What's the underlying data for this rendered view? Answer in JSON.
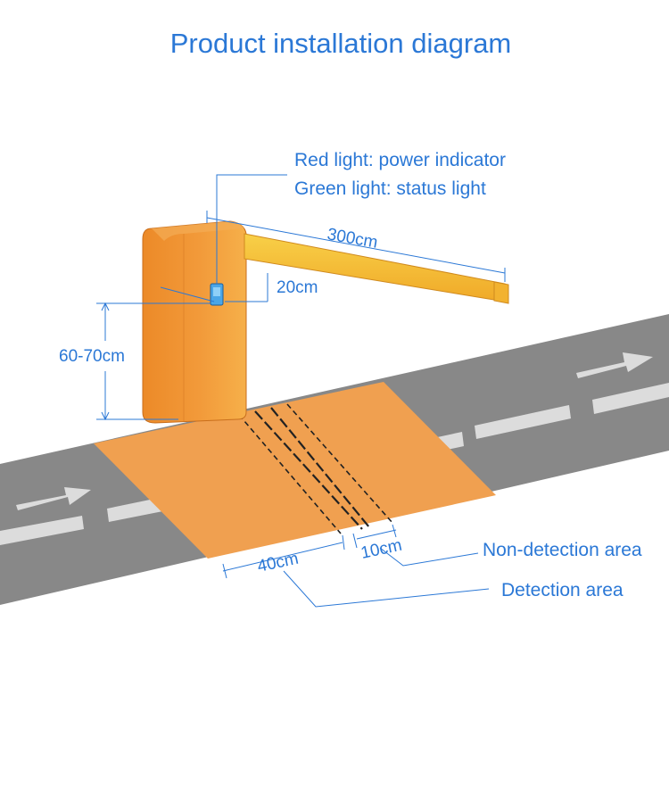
{
  "title": "Product installation diagram",
  "indicator": {
    "red_light": "Red light: power indicator",
    "green_light": "Green light: status light"
  },
  "dimensions": {
    "arm_length": "300cm",
    "sensor_offset": "20cm",
    "sensor_height": "60-70cm",
    "detection_width": "40cm",
    "non_detection_width": "10cm"
  },
  "areas": {
    "non_detection": "Non-detection area",
    "detection": "Detection area"
  },
  "colors": {
    "label": "#2b78d6",
    "road": "#888888",
    "lane_marking": "#dcdcdc",
    "zone": "#f0a050",
    "cabinet": "#ee8f2c",
    "arm": "#f6c12e"
  }
}
